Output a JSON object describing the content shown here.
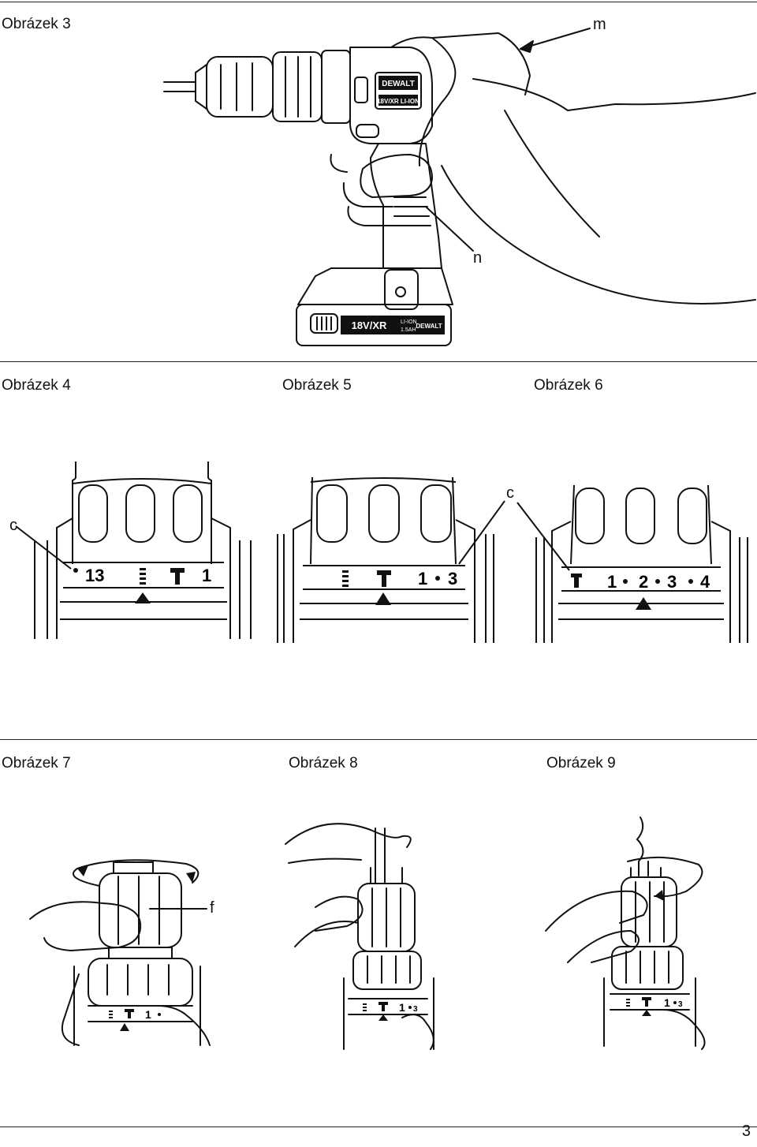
{
  "figures": {
    "fig3": {
      "caption": "Obrázek 3",
      "labels": {
        "m": "m",
        "n": "n"
      },
      "battery_text": "18V/XR",
      "battery_sub": "LI-ION",
      "battery_cap": "1.5AH",
      "brand": "DEWALT",
      "body_badge": "18V/XR LI-ION"
    },
    "fig4": {
      "caption": "Obrázek 4",
      "label": "c",
      "scale": [
        "13",
        "1"
      ]
    },
    "fig5": {
      "caption": "Obrázek 5",
      "label": "c",
      "scale": [
        "1",
        "3"
      ]
    },
    "fig6": {
      "caption": "Obrázek 6",
      "scale": [
        "1",
        "2",
        "3",
        "4"
      ]
    },
    "fig7": {
      "caption": "Obrázek 7",
      "label": "f",
      "scale": [
        "1"
      ]
    },
    "fig8": {
      "caption": "Obrázek 8",
      "scale": [
        "1",
        "3"
      ]
    },
    "fig9": {
      "caption": "Obrázek 9",
      "scale": [
        "1",
        "3"
      ]
    }
  },
  "page_number": "3"
}
